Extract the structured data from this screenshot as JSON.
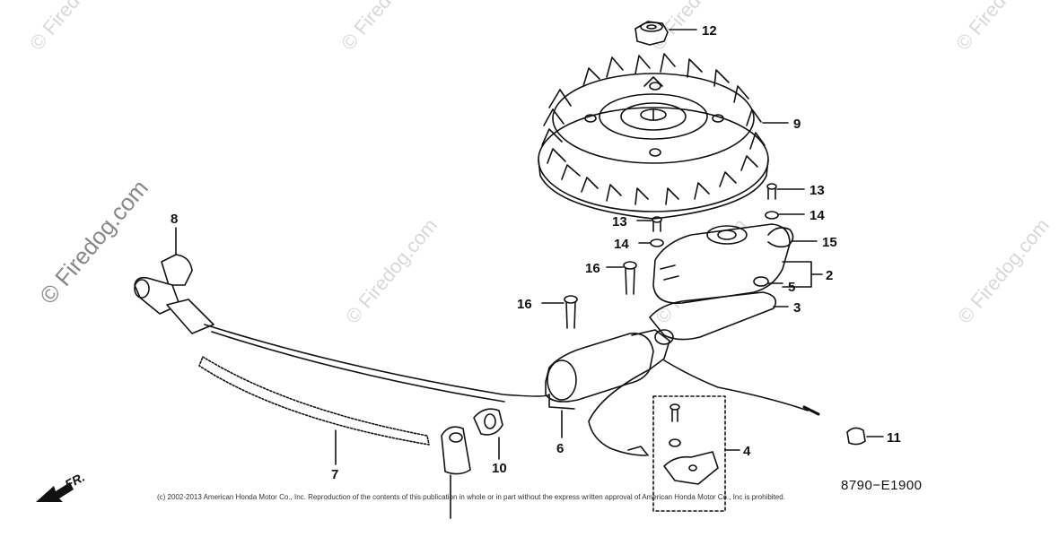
{
  "watermark": {
    "main": "© Firedog.com",
    "small": "© Firedog.com"
  },
  "callouts": [
    "12",
    "9",
    "13",
    "14",
    "15",
    "2",
    "5",
    "3",
    "13",
    "14",
    "16",
    "16",
    "8",
    "7",
    "10",
    "6",
    "4",
    "11"
  ],
  "drawing_code": "8790−E1900",
  "front_marker": "FR.",
  "copyright": "(c) 2002-2013 American Honda Motor Co., Inc. Reproduction of the contents of this publication in whole or in part without the express written approval of American Honda Motor Co., Inc is prohibited."
}
